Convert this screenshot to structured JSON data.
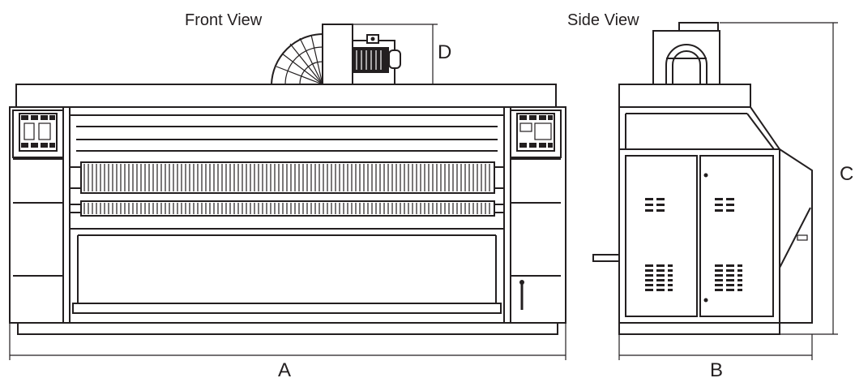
{
  "labels": {
    "front_view": "Front View",
    "side_view": "Side View"
  },
  "dimensions": {
    "a": "A",
    "b": "B",
    "c": "C",
    "d": "D"
  },
  "colors": {
    "line": "#231f20",
    "background": "#ffffff"
  }
}
